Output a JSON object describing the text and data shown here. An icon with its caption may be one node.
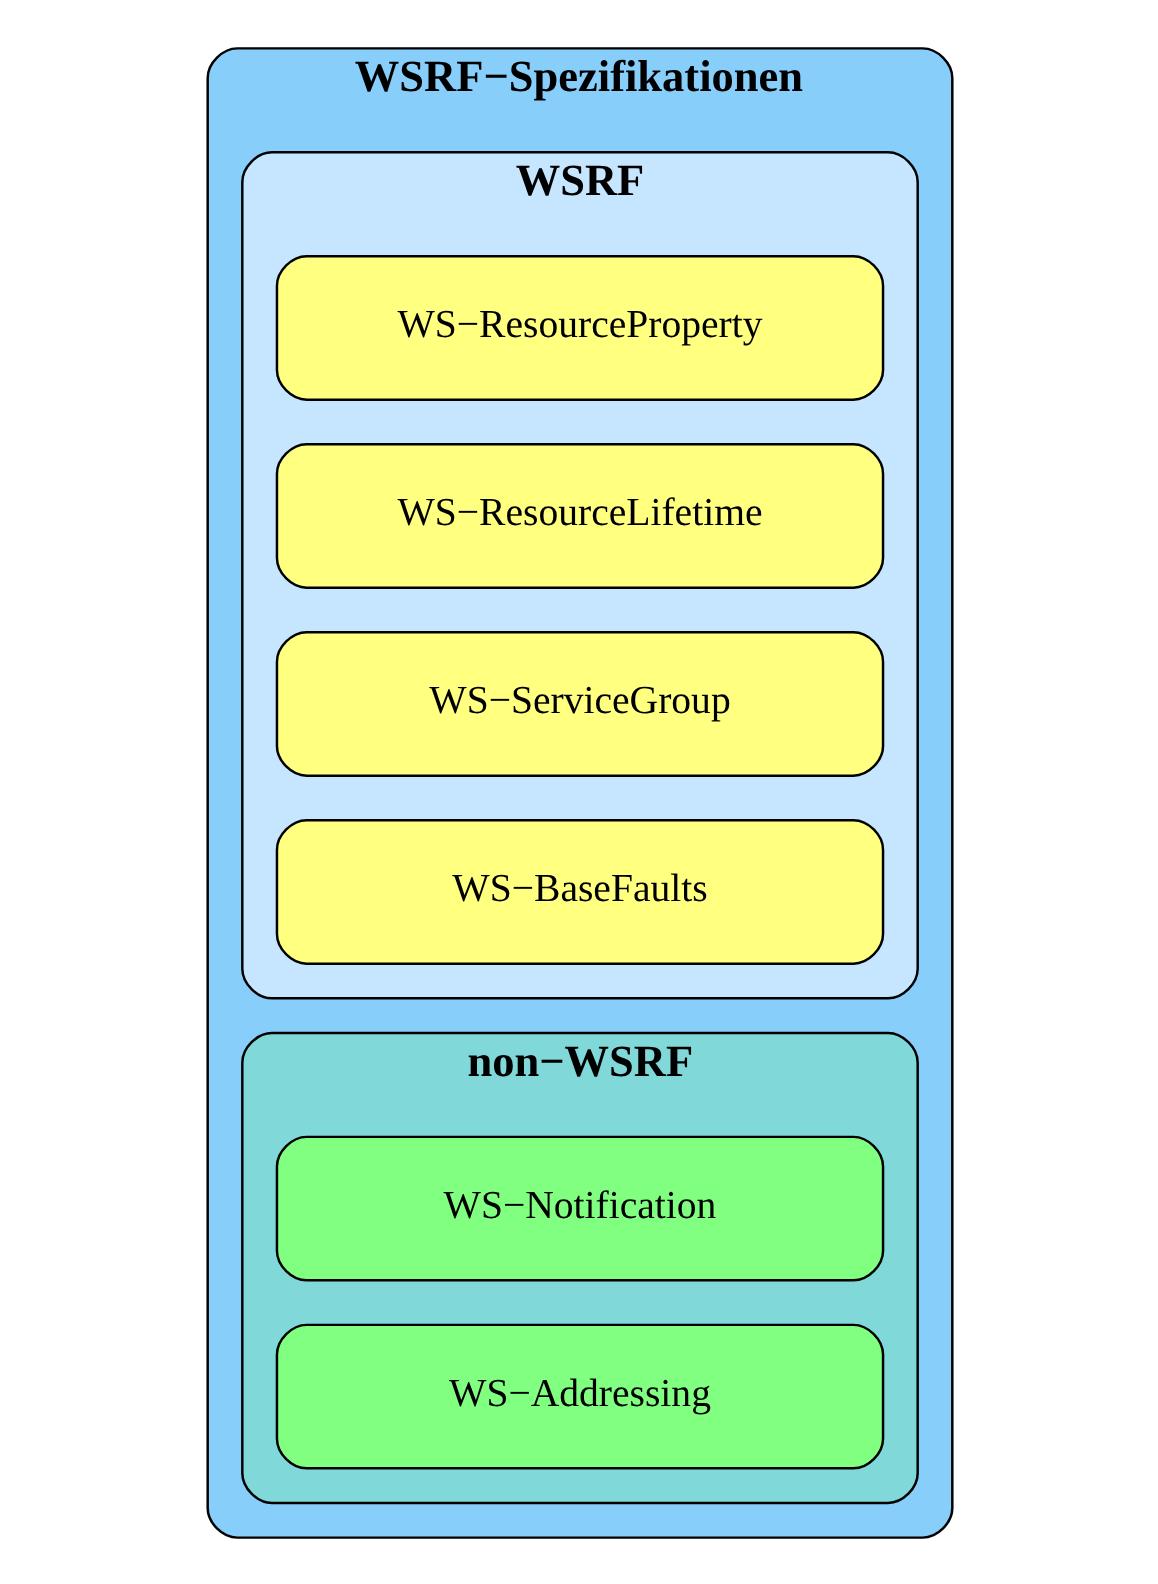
{
  "diagram": {
    "nodes": [
      {
        "text": [
          "WSRF−Spezifikationen"
        ]
      },
      {
        "text": [
          "WSRF"
        ],
        "in": 0
      },
      {
        "text": [
          "WS−ResourceProperty"
        ],
        "in": 1
      },
      {
        "text": [
          "WS−ResourceLifetime"
        ],
        "in": 1
      },
      {
        "text": [
          "WS−ServiceGroup"
        ],
        "in": 1
      },
      {
        "text": [
          "WS−BaseFaults"
        ],
        "in": 1
      },
      {
        "text": [
          "non−WSRF"
        ],
        "in": 0
      },
      {
        "text": [
          "WS−Notification"
        ],
        "in": 6
      },
      {
        "text": [
          "WS−Addressing"
        ],
        "in": 6
      }
    ]
  }
}
